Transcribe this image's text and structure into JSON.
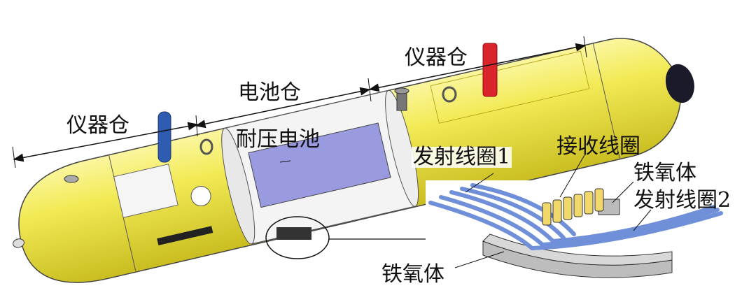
{
  "labels": {
    "instrument_bay_left": "仪器仓",
    "battery_bay": "电池仓",
    "instrument_bay_right": "仪器仓",
    "pressure_battery": "耐压电池",
    "transmit_coil_1": "发射线圈1",
    "receive_coil": "接收线圈",
    "ferrite_top": "铁氧体",
    "transmit_coil_2": "发射线圈2",
    "ferrite_bottom": "铁氧体"
  },
  "colors": {
    "hull": "#f2ea55",
    "battery": "#9a9ae0",
    "coil": "#6f8fd8",
    "receive_coil": "#f0d96a",
    "ferrite": "#bdbdbd",
    "antenna_red": "#d8242a",
    "antenna_blue": "#2f5bb0"
  }
}
